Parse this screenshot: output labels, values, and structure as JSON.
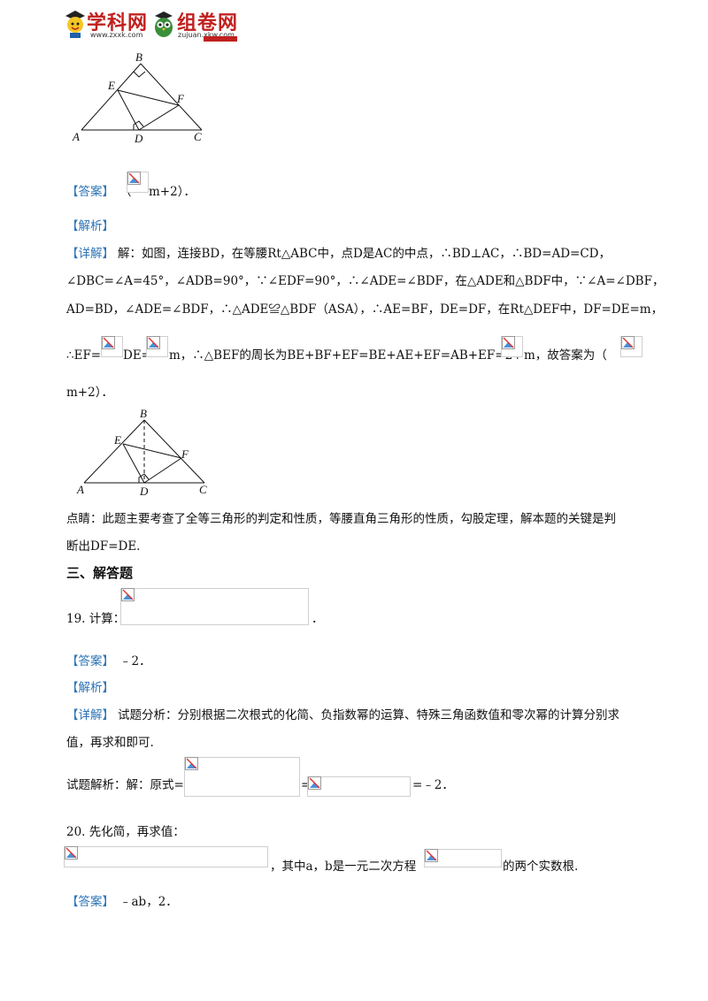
{
  "header": {
    "logo1_text": "学科网",
    "logo1_sub": "www.zxxk.com",
    "logo2_text": "组卷网",
    "logo2_sub": "zujuan.xkw.com"
  },
  "figure1": {
    "labels": {
      "A": "A",
      "B": "B",
      "C": "C",
      "D": "D",
      "E": "E",
      "F": "F"
    }
  },
  "figure2": {
    "labels": {
      "A": "A",
      "B": "B",
      "C": "C",
      "D": "D",
      "E": "E",
      "F": "F"
    }
  },
  "q18": {
    "answer_tag": "【答案】",
    "answer_open": "（",
    "answer_tail": "m+2）．",
    "analysis_tag": "【解析】",
    "detail_tag": "【详解】",
    "line1": "解：如图，连接BD，在等腰Rt△ABC中，点D是AC的中点，∴BD⊥AC，∴BD=AD=CD，",
    "line2": "∠DBC=∠A=45°，∠ADB=90°，∵∠EDF=90°，∴∠ADE=∠BDF，在△ADE和△BDF中，∵∠A=∠DBF，",
    "line3": "AD=BD，∠ADE=∠BDF，∴△ADE≌△BDF（ASA），∴AE=BF，DE=DF，在Rt△DEF中，DF=DE=m，",
    "line4_a": "∴EF=",
    "line4_b": "DE=",
    "line4_c": "m，∴△BEF的周长为BE+BF+EF=BE+AE+EF=AB+EF=2+",
    "line4_d": "m，故答案为（",
    "line5": "m+2）．",
    "note": "点睛：此题主要考查了全等三角形的判定和性质，等腰直角三角形的性质，勾股定理，解本题的关键是判",
    "note2": "断出DF=DE."
  },
  "section_title": "三、解答题",
  "q19": {
    "stem": "19. 计算：",
    "stem_tail": "．",
    "answer_tag": "【答案】",
    "answer": "﹣2．",
    "analysis_tag": "【解析】",
    "detail_tag": "【详解】",
    "detail1": "试题分析：分别根据二次根式的化简、负指数幂的运算、特殊三角函数值和零次幂的计算分别求",
    "detail2": "值，再求和即可.",
    "solution_a": "试题解析：解：原式=",
    "solution_b": "=",
    "solution_c": "=﹣2．"
  },
  "q20": {
    "stem": "20. 先化简，再求值：",
    "cond_a": "，其中a，b是一元二次方程",
    "cond_b": "的两个实数根.",
    "answer_tag": "【答案】",
    "answer": "﹣ab，2．"
  },
  "colors": {
    "accent": "#2e75b6",
    "logo_red": "#c0211f",
    "logo_blue": "#1f5fa8"
  }
}
